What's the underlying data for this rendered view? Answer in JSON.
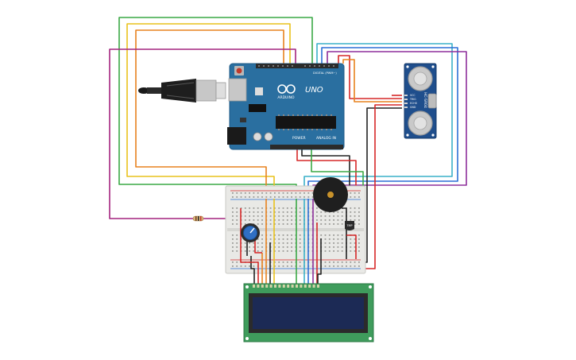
{
  "arduino": {
    "brand": "ARDUINO",
    "model": "UNO",
    "digital_label": "DIGITAL (PWM~)",
    "power_label": "POWER",
    "analog_label": "ANALOG IN"
  },
  "sensor": {
    "side_label": "HC-SR04",
    "pins": [
      "VCC",
      "TRIG",
      "ECHO",
      "GND"
    ]
  },
  "temp_sensor": {
    "label": "TMP"
  },
  "colors": {
    "arduino_board": "#2a6fa0",
    "sensor_board": "#1f4e8c",
    "lcd_board": "#3f9c5c",
    "lcd_screen": "#1c2a55",
    "breadboard": "#e9e9e6",
    "wire_red": "#d62828",
    "wire_black": "#222222",
    "wire_orange": "#e8821e",
    "wire_yellow": "#e9c21c",
    "wire_green": "#3aa845",
    "wire_blue": "#2b6fd6",
    "wire_cyan": "#3ab0c8",
    "wire_purple": "#8e2f9b",
    "wire_magenta": "#a4247f"
  },
  "components": [
    "usb-cable",
    "arduino-uno",
    "ultrasonic-sensor",
    "breadboard",
    "piezo-buzzer",
    "potentiometer",
    "resistor",
    "temperature-sensor",
    "lcd-16x2"
  ]
}
